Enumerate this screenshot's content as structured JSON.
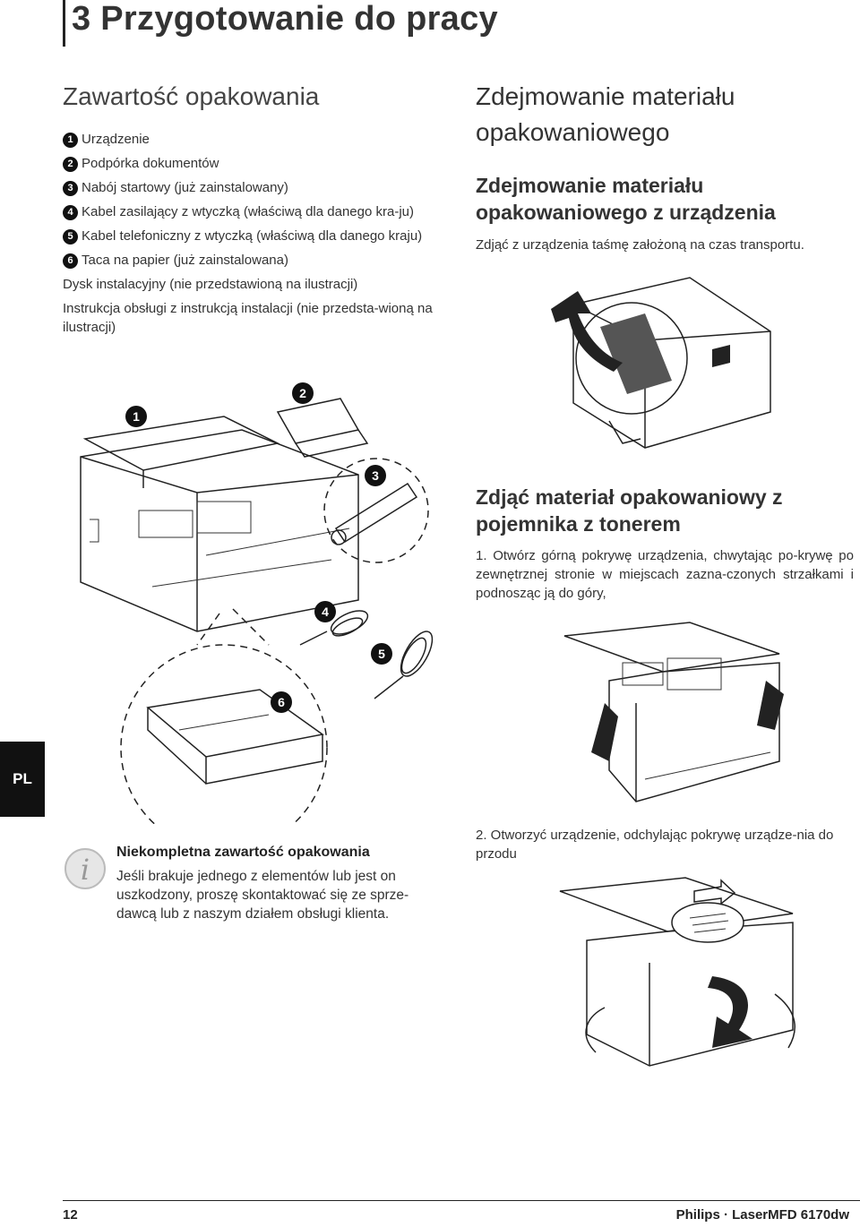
{
  "chapter": {
    "title": "3 Przygotowanie do pracy"
  },
  "left": {
    "heading": "Zawartość opakowania",
    "items": [
      {
        "num": "1",
        "text": "Urządzenie"
      },
      {
        "num": "2",
        "text": "Podpórka dokumentów"
      },
      {
        "num": "3",
        "text": "Nabój startowy (już zainstalowany)"
      },
      {
        "num": "4",
        "text": "Kabel zasilający z wtyczką (właściwą dla danego kra-ju)"
      },
      {
        "num": "5",
        "text": "Kabel telefoniczny z wtyczką (właściwą dla danego kraju)"
      },
      {
        "num": "6",
        "text": "Taca na papier (już zainstalowana)"
      }
    ],
    "extra_1": "Dysk instalacyjny (nie przedstawioną na ilustracji)",
    "extra_2": "Instrukcja obsługi z instrukcją instalacji (nie przedsta-wioną na ilustracji)",
    "callouts": [
      "1",
      "2",
      "3",
      "4",
      "5",
      "6"
    ]
  },
  "note": {
    "icon": "info-icon",
    "title": "Niekompletna zawartość opakowania",
    "text": "Jeśli brakuje jednego z elementów lub jest on uszkodzony, proszę skontaktować się ze sprze-dawcą lub z naszym działem obsługi klienta."
  },
  "right": {
    "heading": "Zdejmowanie materiału opakowaniowego",
    "sub1": "Zdejmowanie materiału opakowaniowego z urządzenia",
    "sub1_text": "Zdjąć z urządzenia taśmę założoną na czas transportu.",
    "sub2": "Zdjąć materiał opakowaniowy z pojemnika z tonerem",
    "step1": "1. Otwórz górną pokrywę urządzenia, chwytając po-krywę po zewnętrznej stronie w miejscach zazna-czonych strzałkami i podnosząc ją do góry,",
    "step2": "2. Otworzyć urządzenie, odchylając pokrywę urządze-nia do przodu"
  },
  "side_tab": "PL",
  "footer": {
    "page": "12",
    "product": "Philips · LaserMFD 6170dw"
  }
}
